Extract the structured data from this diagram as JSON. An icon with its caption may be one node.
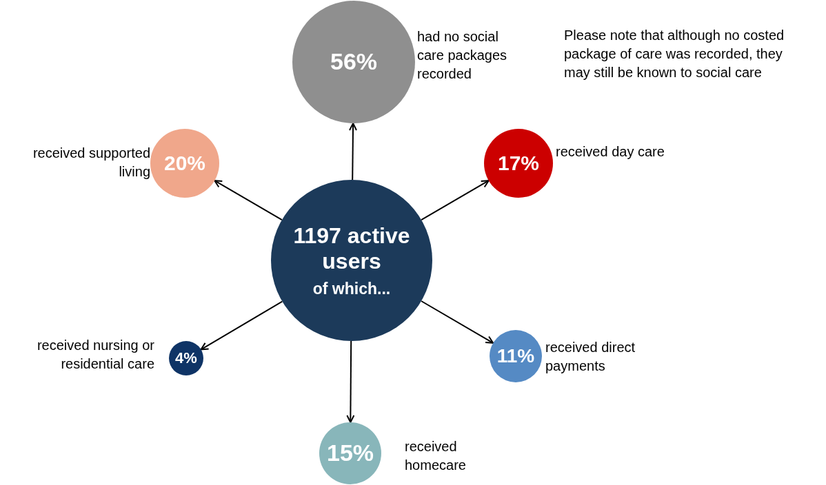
{
  "diagram": {
    "nodes": [
      {
        "text": [
          "1197 active users",
          "of which..."
        ]
      },
      {
        "text": [
          "56%"
        ],
        "beside": [
          "had no social care packages recorded"
        ]
      },
      {
        "text": [
          "17%"
        ],
        "beside": [
          "received day care"
        ]
      },
      {
        "text": [
          "11%"
        ],
        "beside": [
          "received direct payments"
        ]
      },
      {
        "text": [
          "15%"
        ],
        "beside": [
          "received homecare"
        ]
      },
      {
        "text": [
          "4%"
        ],
        "beside": [
          "received nursing or residential care"
        ]
      },
      {
        "text": [
          "20%"
        ],
        "beside": [
          "received supported living"
        ]
      }
    ],
    "edges": [
      {
        "from": 0,
        "to": 1,
        "arrow": "to"
      },
      {
        "from": 0,
        "to": 2,
        "arrow": "to"
      },
      {
        "from": 0,
        "to": 3,
        "arrow": "to"
      },
      {
        "from": 0,
        "to": 4,
        "arrow": "to"
      },
      {
        "from": 0,
        "to": 5,
        "arrow": "to"
      },
      {
        "from": 0,
        "to": 6,
        "arrow": "to"
      }
    ],
    "labels": [
      "Please note that although no costed package of care was recorded, they may still be known to social care"
    ]
  }
}
